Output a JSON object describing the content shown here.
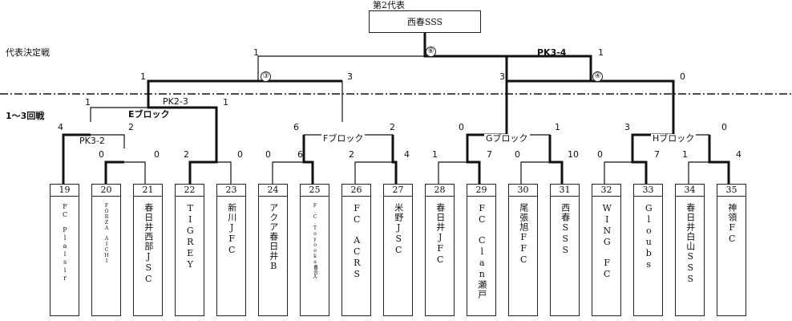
{
  "header": {
    "champion_label": "第2代表",
    "champion_team": "西春SSS"
  },
  "section_labels": {
    "final_stage": "代表決定戦",
    "rounds": "1～3回戦"
  },
  "blocks": [
    "Eブロック",
    "Fブロック",
    "Gブロック",
    "Hブロック"
  ],
  "pk_labels": [
    "PK3-4",
    "PK2-3",
    "PK3-2"
  ],
  "round_codes": [
    "⑥",
    "③",
    "④"
  ],
  "scores": {
    "final_left": "1",
    "final_right": "1",
    "semi_l_left": "1",
    "semi_l_right": "3",
    "semi_r_left": "3",
    "semi_r_right": "0",
    "e_top_left": "1",
    "e_top_right": "1",
    "e_mid_left": "4",
    "e_mid_right": "2",
    "e_20_21_left": "0",
    "e_20_21_right": "0",
    "e_22_23_left": "2",
    "e_22_23_right": "0",
    "f_top_left": "6",
    "f_top_right": "2",
    "f_24_25_left": "0",
    "f_24_25_right": "6",
    "f_26_27_left": "2",
    "f_26_27_right": "4",
    "g_top_left": "0",
    "g_top_right": "1",
    "g_28_29_left": "1",
    "g_28_29_right": "7",
    "g_30_31_left": "0",
    "g_30_31_right": "10",
    "h_top_left": "3",
    "h_top_right": "0",
    "h_32_33_left": "0",
    "h_32_33_right": "7",
    "h_34_35_left": "1",
    "h_34_35_right": "4"
  },
  "teams": [
    {
      "num": "19",
      "name": "FC　Plaisir"
    },
    {
      "num": "20",
      "name": "FORZA　AICHI"
    },
    {
      "num": "21",
      "name": "春日井西部JSC"
    },
    {
      "num": "22",
      "name": "TIGREY"
    },
    {
      "num": "23",
      "name": "新川JFC"
    },
    {
      "num": "24",
      "name": "アクア春日井B"
    },
    {
      "num": "25",
      "name": "F.C.Toyooka豊合A"
    },
    {
      "num": "26",
      "name": "FC　ACRS"
    },
    {
      "num": "27",
      "name": "米野JSC"
    },
    {
      "num": "28",
      "name": "春日井JFC"
    },
    {
      "num": "29",
      "name": "FC　Clan瀬戸"
    },
    {
      "num": "30",
      "name": "尾張旭FFC"
    },
    {
      "num": "31",
      "name": "西春SSS"
    },
    {
      "num": "32",
      "name": "WING　FC"
    },
    {
      "num": "33",
      "name": "Gloubs"
    },
    {
      "num": "34",
      "name": "春日井白山SSS"
    },
    {
      "num": "35",
      "name": "神領FC"
    }
  ]
}
